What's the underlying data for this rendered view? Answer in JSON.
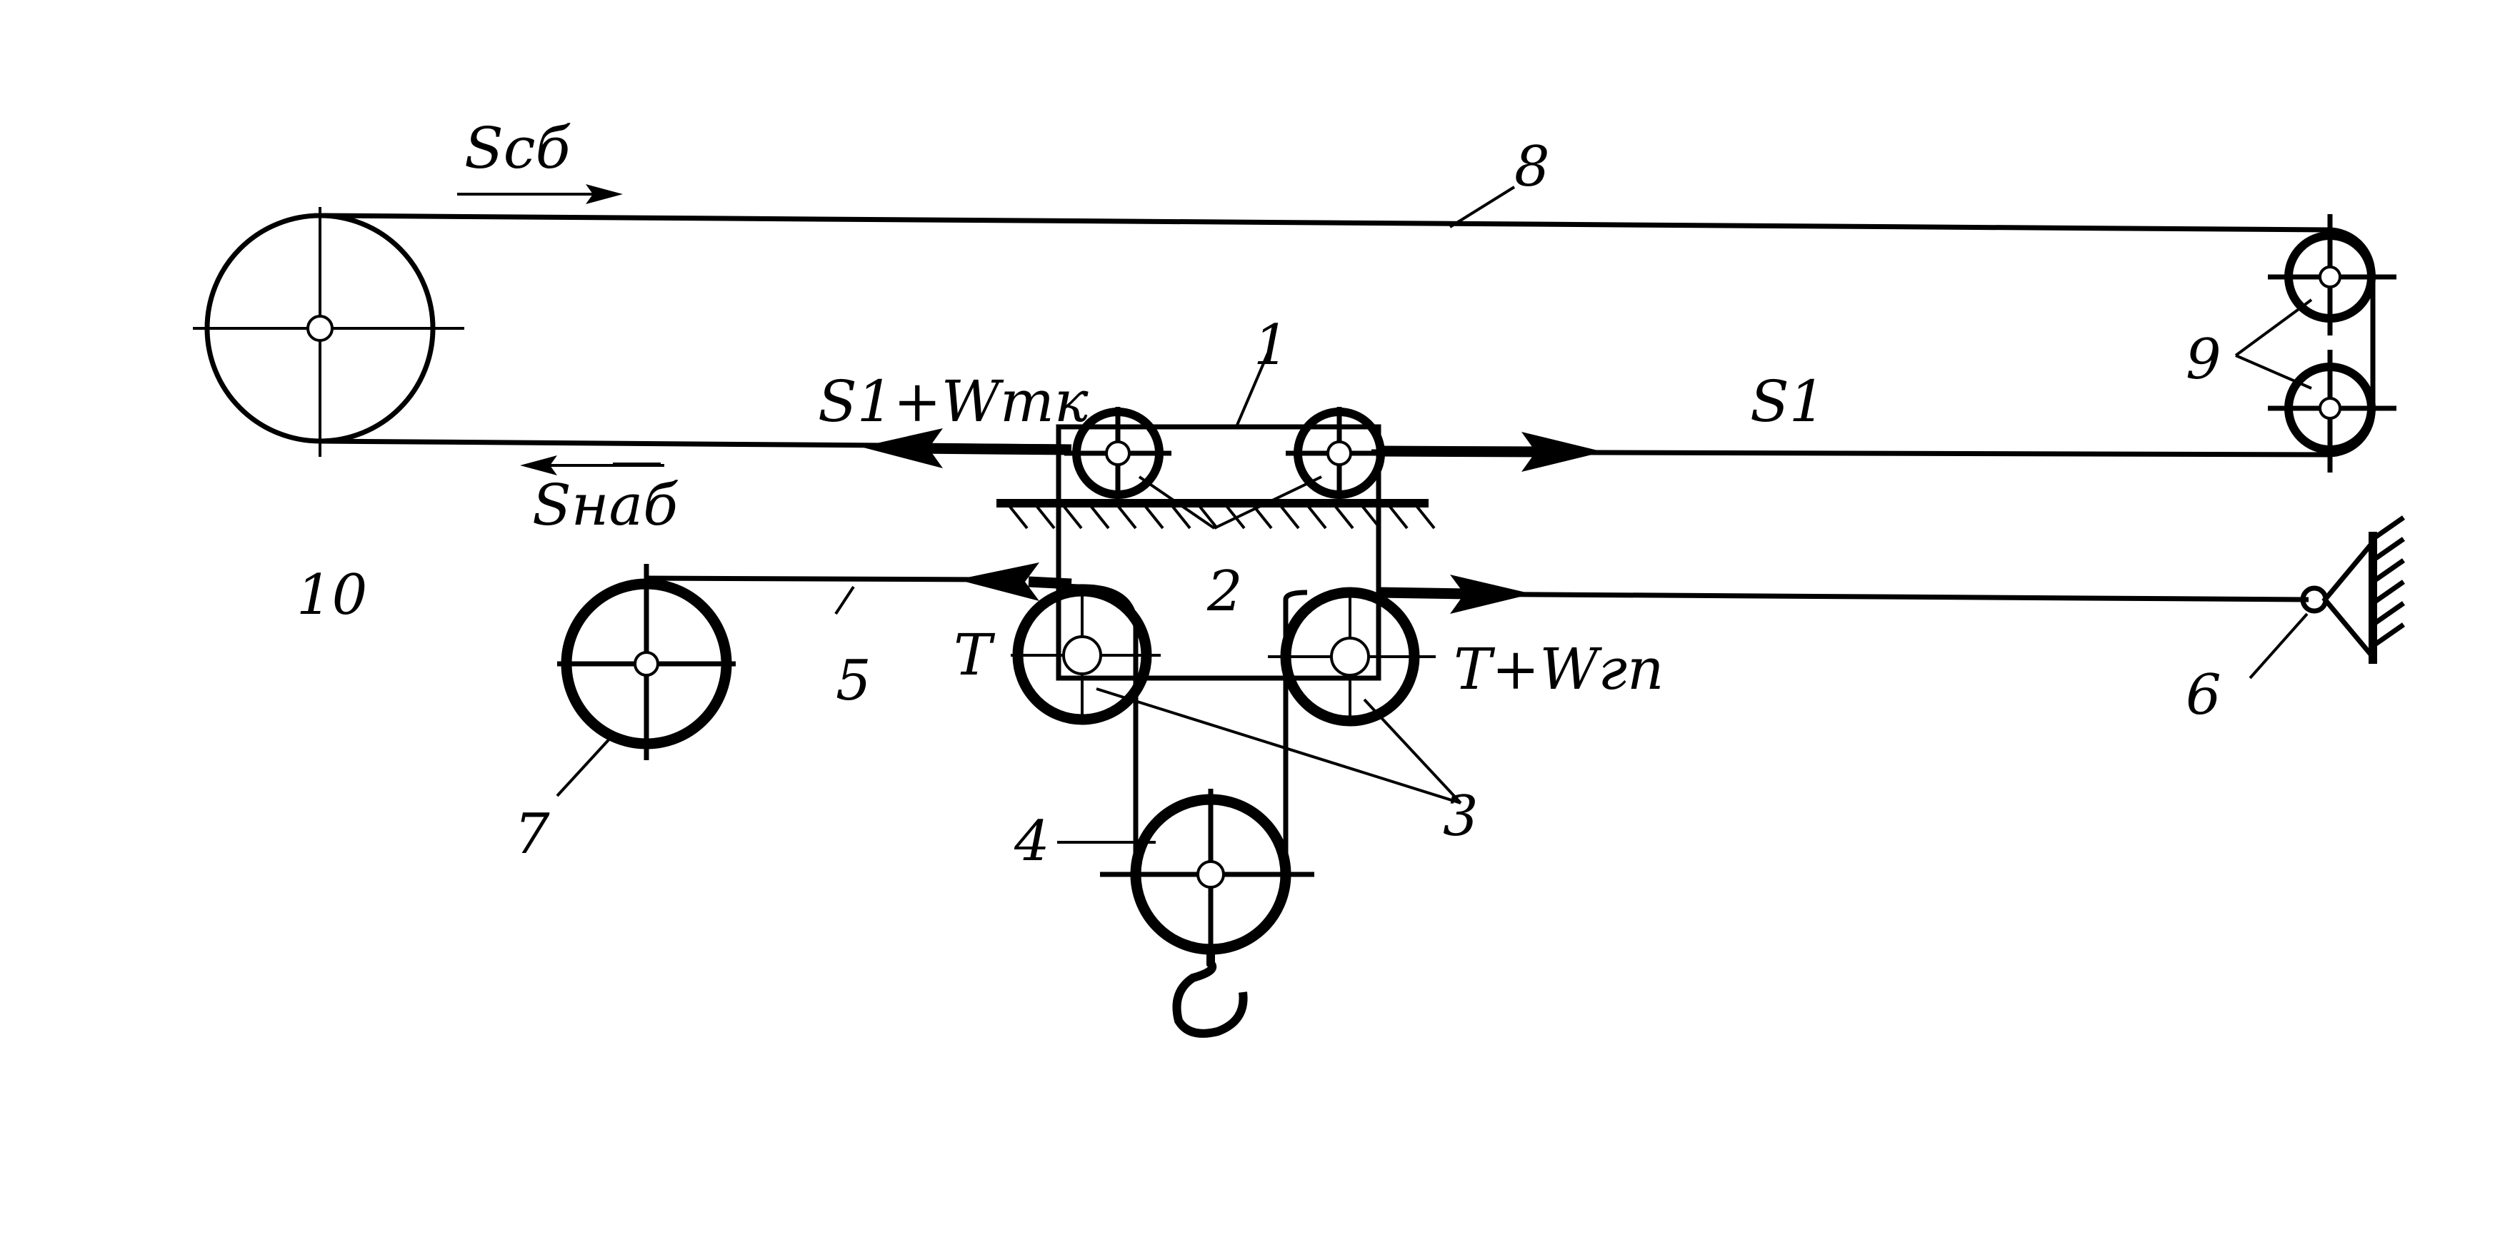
{
  "diagram": {
    "force_labels": {
      "scb": "Scб",
      "snab": "Sнаб",
      "s1_wtk": "S1+Wтк",
      "s1": "S1",
      "t": "T",
      "t_wgp": "T+Wгп"
    },
    "part_numbers": {
      "p1": "1",
      "p2": "2",
      "p3": "3",
      "p4": "4",
      "p5": "5",
      "p6": "6",
      "p7": "7",
      "p8": "8",
      "p9": "9",
      "p10": "10"
    },
    "line_color": "#000000",
    "background_color": "#ffffff"
  }
}
